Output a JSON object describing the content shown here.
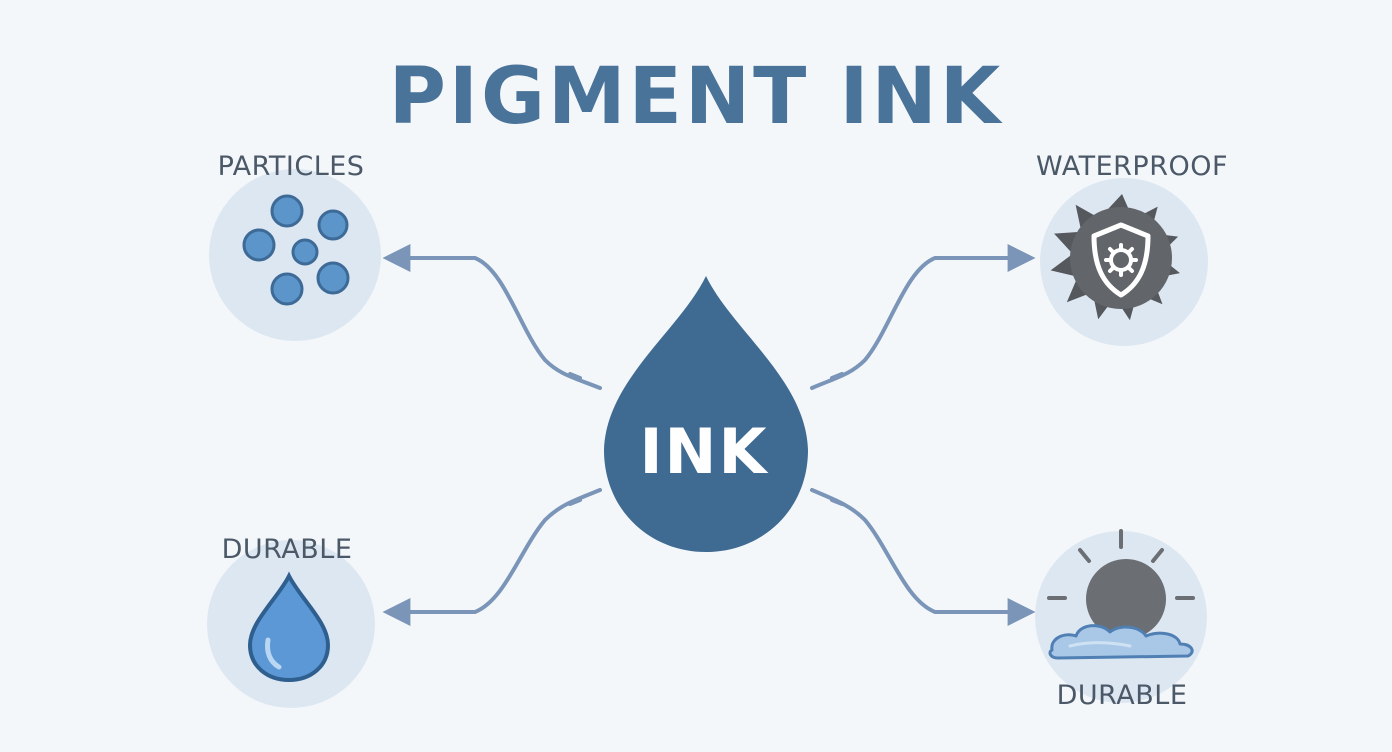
{
  "title": "PIGMENT INK",
  "center": {
    "label": "INK"
  },
  "nodes": {
    "top_left": {
      "label": "PARTICLES",
      "icon": "particles-icon"
    },
    "top_right": {
      "label": "WATERPROOF",
      "icon": "shield-gear-icon"
    },
    "bottom_left": {
      "label": "DURABLE",
      "icon": "water-drop-icon"
    },
    "bottom_right": {
      "label": "DURABLE",
      "icon": "sun-cloud-icon"
    }
  },
  "colors": {
    "title": "#4a739a",
    "ink_drop": "#3f6a92",
    "circle_bg": "#dde7f2",
    "arrow": "#7a95b8",
    "label": "#4a5868",
    "particle": "#5b95c9",
    "sun": "#6b6e73"
  }
}
